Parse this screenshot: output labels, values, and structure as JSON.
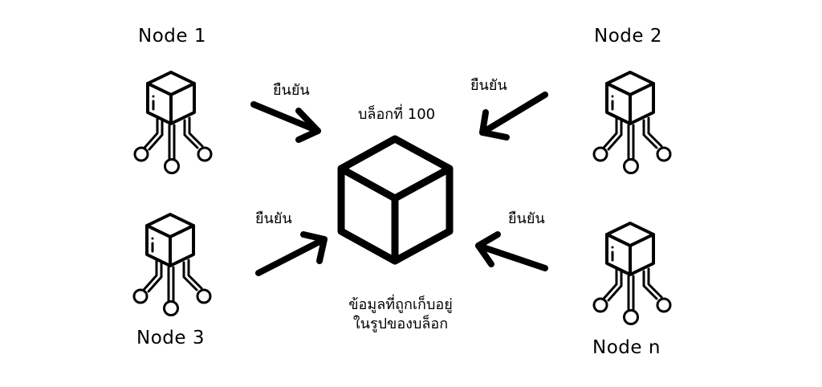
{
  "nodes": {
    "node1": "Node 1",
    "node2": "Node 2",
    "node3": "Node 3",
    "noden": "Node n"
  },
  "confirm_labels": {
    "top_left": "ยืนยัน",
    "top_right": "ยืนยัน",
    "bottom_left": "ยืนยัน",
    "bottom_right": "ยืนยัน"
  },
  "block": {
    "title": "บล็อกที่ 100",
    "caption_line1": "ข้อมูลที่ถูกเก็บอยู่",
    "caption_line2": "ในรูปของบล็อก"
  },
  "icons": {
    "node": "node-cube-with-connectors-icon",
    "block": "block-cube-icon",
    "arrow": "arrow-icon"
  },
  "colors": {
    "stroke": "#000000",
    "background": "#ffffff"
  }
}
